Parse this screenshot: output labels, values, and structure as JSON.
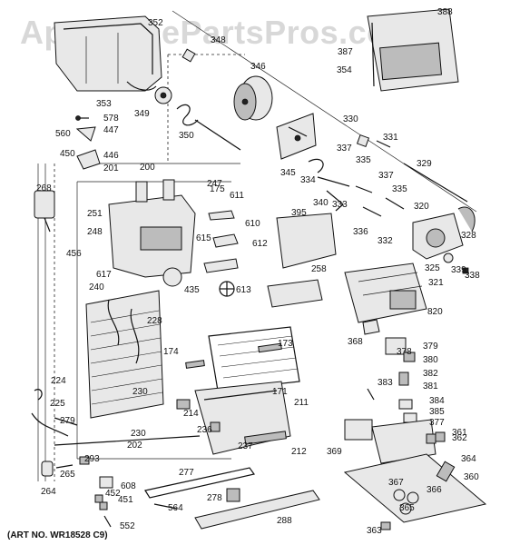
{
  "watermark": "AppliancePartsPros.com",
  "art_number": "(ART NO. WR18528 C9)",
  "part_labels": [
    "352",
    "388",
    "348",
    "387",
    "354",
    "346",
    "353",
    "349",
    "350",
    "578",
    "447",
    "560",
    "330",
    "331",
    "450",
    "446",
    "201",
    "200",
    "337",
    "335",
    "329",
    "345",
    "334",
    "340",
    "333",
    "337",
    "335",
    "268",
    "247",
    "175",
    "611",
    "320",
    "251",
    "395",
    "610",
    "248",
    "615",
    "612",
    "328",
    "336",
    "332",
    "456",
    "325",
    "339",
    "338",
    "617",
    "435",
    "613",
    "258",
    "240",
    "321",
    "820",
    "228",
    "368",
    "173",
    "174",
    "378",
    "379",
    "380",
    "382",
    "383",
    "381",
    "224",
    "171",
    "211",
    "384",
    "385",
    "225",
    "230",
    "214",
    "236",
    "377",
    "279",
    "230",
    "202",
    "237",
    "212",
    "361",
    "362",
    "369",
    "293",
    "364",
    "265",
    "264",
    "608",
    "277",
    "360",
    "452",
    "278",
    "451",
    "367",
    "366",
    "564",
    "365",
    "552",
    "288",
    "363"
  ]
}
